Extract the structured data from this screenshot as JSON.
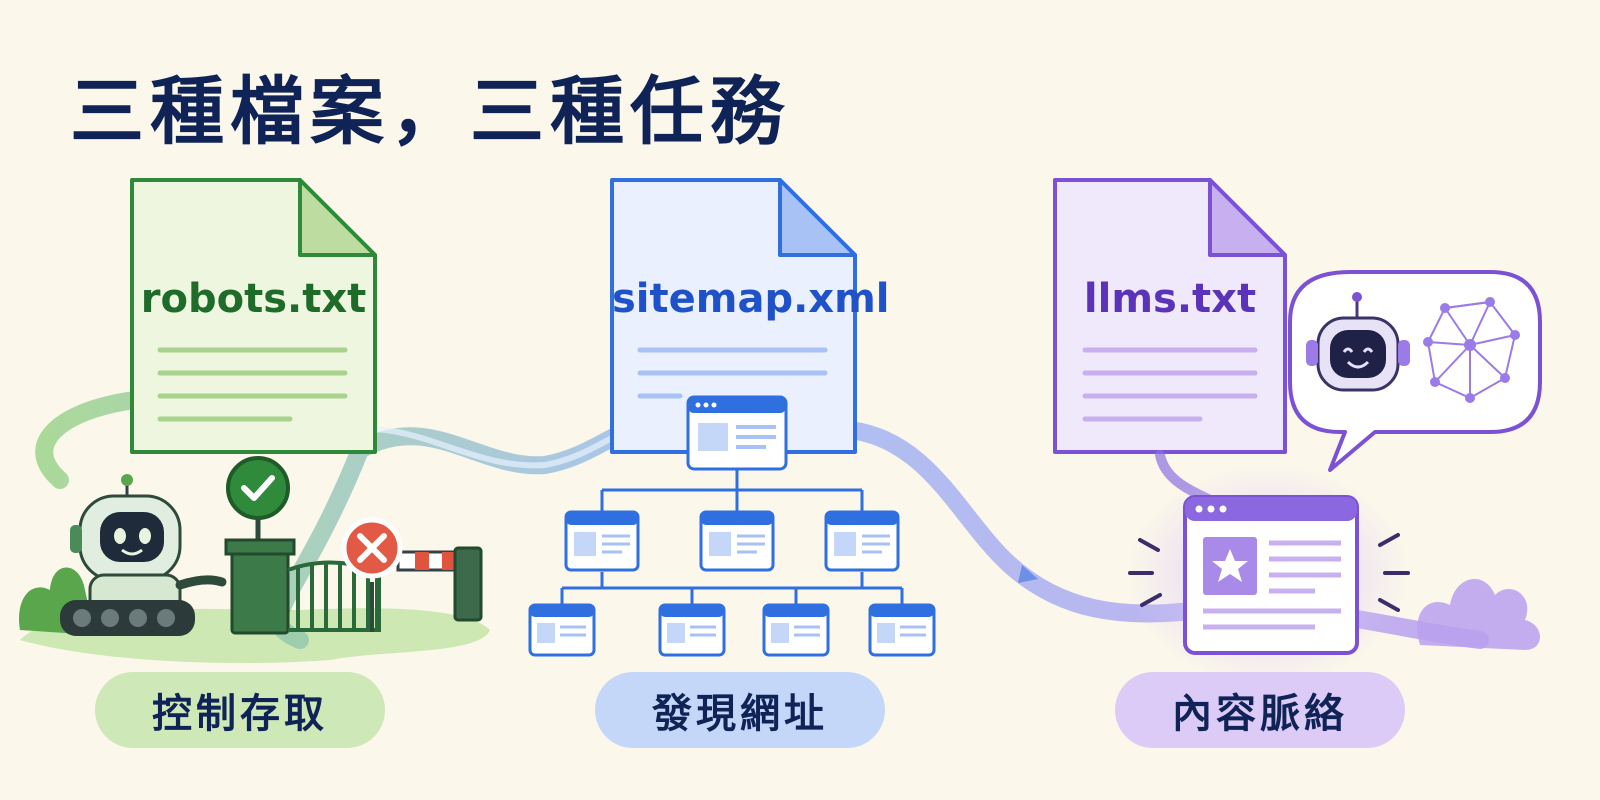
{
  "title": "三種檔案，三種任務",
  "files": [
    {
      "name": "robots.txt",
      "task": "控制存取",
      "color": "#2e8a3a",
      "text_color": "#1f6b2a",
      "fill": "#eef6df",
      "fold": "#bcdca0",
      "pill": "#cfe8b8"
    },
    {
      "name": "sitemap.xml",
      "task": "發現網址",
      "color": "#2f6fe0",
      "text_color": "#1f52c8",
      "fill": "#eaf0fd",
      "fold": "#a9c2f5",
      "pill": "#c4d7f8"
    },
    {
      "name": "llms.txt",
      "task": "內容脈絡",
      "color": "#7b52d6",
      "text_color": "#5a33b8",
      "fill": "#f0e9fb",
      "fold": "#c8b0f0",
      "pill": "#dccbf6"
    }
  ],
  "icons": {
    "allow": "check-icon",
    "deny": "x-icon",
    "featured": "star-icon"
  }
}
